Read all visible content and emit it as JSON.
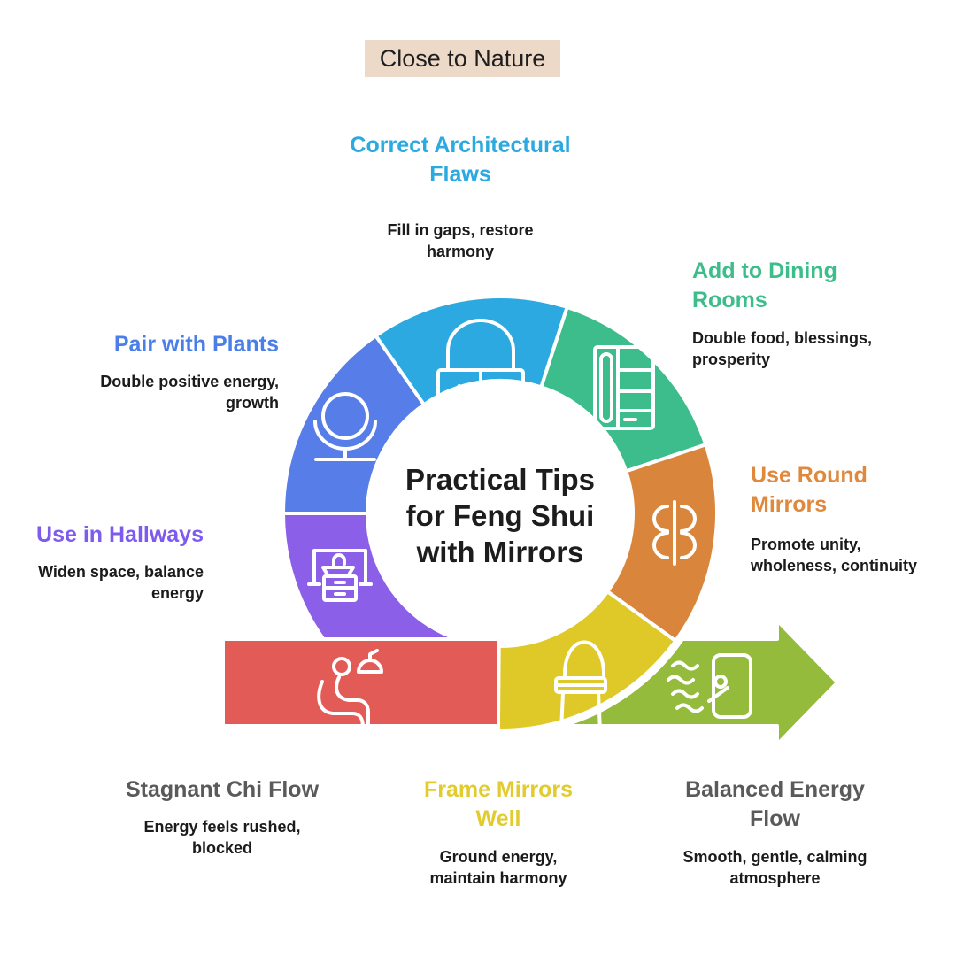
{
  "badge": {
    "label": "Close to Nature",
    "bg": "#EDD9C8"
  },
  "center": {
    "title": "Practical Tips for Feng Shui with Mirrors",
    "lines": [
      "Practical Tips",
      "for Feng Shui",
      "with Mirrors"
    ]
  },
  "tips": [
    {
      "title": "Correct Architectural Flaws",
      "description": "Fill in gaps, restore harmony",
      "color": "#2BA9E0",
      "segment_color": "#2BA9E0",
      "icon": "dressing-table-mirror"
    },
    {
      "title": "Add to Dining Rooms",
      "description": "Double food, blessings, prosperity",
      "color": "#3CBD8B",
      "segment_color": "#3CBD8B",
      "icon": "dining-cabinet"
    },
    {
      "title": "Use Round Mirrors",
      "description": "Promote unity, wholeness, continuity",
      "color": "#E0883C",
      "segment_color": "#D9863C",
      "icon": "butterfly"
    },
    {
      "title": "Balanced Energy Flow",
      "description": "Smooth, gentle, calming atmosphere",
      "color": "#5A5A5A",
      "segment_color": "#94BB3C",
      "icon": "energy-waves-mirror"
    },
    {
      "title": "Frame Mirrors Well",
      "description": "Ground energy, maintain harmony",
      "color": "#E2CB2C",
      "segment_color": "#DFC928",
      "icon": "vanity-stool"
    },
    {
      "title": "Stagnant Chi Flow",
      "description": "Energy feels rushed, blocked",
      "color": "#5A5A5A",
      "segment_color": "#E25B57",
      "icon": "person-under-lamp"
    },
    {
      "title": "Use in Hallways",
      "description": "Widen space, balance energy",
      "color": "#7D5BEE",
      "segment_color": "#8C5FE8",
      "icon": "vanity-desk-mirror"
    },
    {
      "title": "Pair with Plants",
      "description": "Double positive energy, growth",
      "color": "#4A7FE8",
      "segment_color": "#567DE8",
      "icon": "standing-round-mirror"
    }
  ]
}
